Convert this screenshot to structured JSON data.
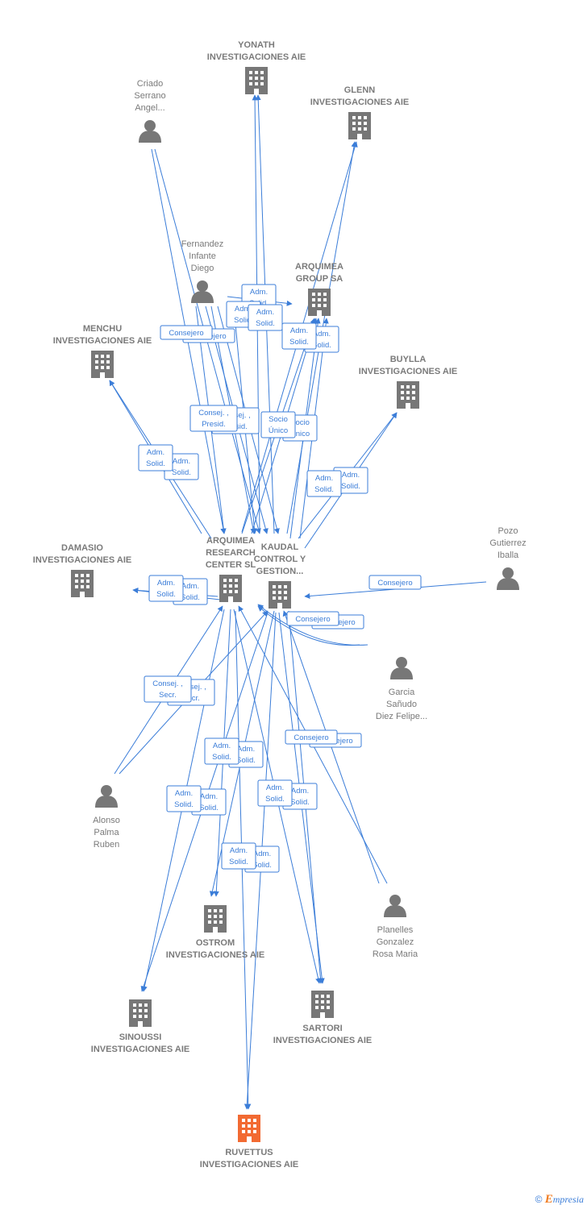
{
  "colors": {
    "edge": "#3b7dd8",
    "company": "#777777",
    "highlight": "#f26a32",
    "person": "#777777",
    "label": "#7a7a7a"
  },
  "nodes": [
    {
      "id": "yonath",
      "kind": "company",
      "lines": [
        "YONATH",
        "INVESTIGACIONES AIE"
      ],
      "icon": "building-icon"
    },
    {
      "id": "glenn",
      "kind": "company",
      "lines": [
        "GLENN",
        "INVESTIGACIONES AIE"
      ],
      "icon": "building-icon"
    },
    {
      "id": "criado",
      "kind": "person",
      "lines": [
        "Criado",
        "Serrano",
        "Angel..."
      ],
      "icon": "person-icon"
    },
    {
      "id": "fernandez",
      "kind": "person",
      "lines": [
        "Fernandez",
        "Infante",
        "Diego"
      ],
      "icon": "person-icon"
    },
    {
      "id": "arquimea_group",
      "kind": "company",
      "lines": [
        "ARQUIMEA",
        "GROUP SA"
      ],
      "icon": "building-icon"
    },
    {
      "id": "menchu",
      "kind": "company",
      "lines": [
        "MENCHU",
        "INVESTIGACIONES AIE"
      ],
      "icon": "building-icon"
    },
    {
      "id": "buylla",
      "kind": "company",
      "lines": [
        "BUYLLA",
        "INVESTIGACIONES AIE"
      ],
      "icon": "building-icon"
    },
    {
      "id": "pozo",
      "kind": "person",
      "lines": [
        "Pozo",
        "Gutierrez",
        "Iballa"
      ],
      "icon": "person-icon"
    },
    {
      "id": "damasio",
      "kind": "company",
      "lines": [
        "DAMASIO",
        "INVESTIGACIONES AIE"
      ],
      "icon": "building-icon"
    },
    {
      "id": "arquimea_rc",
      "kind": "company",
      "lines": [
        "ARQUIMEA",
        "RESEARCH",
        "CENTER  SL"
      ],
      "icon": "building-icon"
    },
    {
      "id": "kaudal",
      "kind": "company",
      "lines": [
        "KAUDAL",
        "CONTROL Y",
        "GESTION..."
      ],
      "icon": "building-icon"
    },
    {
      "id": "garcia",
      "kind": "person",
      "lines": [
        "Garcia",
        "Sañudo",
        "Diez Felipe..."
      ],
      "icon": "person-icon"
    },
    {
      "id": "alonso",
      "kind": "person",
      "lines": [
        "Alonso",
        "Palma",
        "Ruben"
      ],
      "icon": "person-icon"
    },
    {
      "id": "planelles",
      "kind": "person",
      "lines": [
        "Planelles",
        "Gonzalez",
        "Rosa Maria"
      ],
      "icon": "person-icon"
    },
    {
      "id": "ostrom",
      "kind": "company",
      "lines": [
        "OSTROM",
        "INVESTIGACIONES AIE"
      ],
      "icon": "building-icon"
    },
    {
      "id": "sinoussi",
      "kind": "company",
      "lines": [
        "SINOUSSI",
        "INVESTIGACIONES AIE"
      ],
      "icon": "building-icon"
    },
    {
      "id": "sartori",
      "kind": "company",
      "lines": [
        "SARTORI",
        "INVESTIGACIONES AIE"
      ],
      "icon": "building-icon"
    },
    {
      "id": "ruvettus",
      "kind": "highlight",
      "lines": [
        "RUVETTUS",
        "INVESTIGACIONES AIE"
      ],
      "icon": "building-icon"
    }
  ],
  "edge_labels": [
    {
      "lines": [
        "Adm.",
        "Solid."
      ]
    },
    {
      "lines": [
        "Consejero"
      ]
    },
    {
      "lines": [
        "Consej. ,",
        "Presid."
      ]
    },
    {
      "lines": [
        "Socio",
        "Único"
      ]
    },
    {
      "lines": [
        "Consej. ,",
        "Secr."
      ]
    }
  ],
  "footer": {
    "copyright": "©",
    "brand_initial": "E",
    "brand_rest": "mpresia"
  }
}
